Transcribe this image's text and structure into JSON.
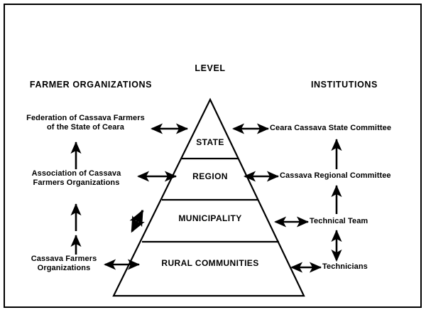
{
  "diagram": {
    "columns": {
      "left_heading": "FARMER ORGANIZATIONS",
      "center_heading": "LEVEL",
      "right_heading": "INSTITUTIONS"
    },
    "pyramid": {
      "tiers": [
        {
          "label": "STATE"
        },
        {
          "label": "REGION"
        },
        {
          "label": "MUNICIPALITY"
        },
        {
          "label": "RURAL COMMUNITIES"
        }
      ]
    },
    "farmer_organizations": [
      {
        "line1": "Federation of Cassava Farmers",
        "line2": "of the State of Ceara"
      },
      {
        "line1": "Association of Cassava",
        "line2": "Farmers Organizations"
      },
      {
        "line1": "Cassava Farmers",
        "line2": "Organizations"
      }
    ],
    "institutions": [
      {
        "line1": "Ceara Cassava State Committee",
        "line2": ""
      },
      {
        "line1": "Cassava Regional Committee",
        "line2": ""
      },
      {
        "line1": "Technical Team",
        "line2": ""
      },
      {
        "line1": "Technicians",
        "line2": ""
      }
    ],
    "colors": {
      "ink": "#000000",
      "paper": "#ffffff"
    }
  }
}
